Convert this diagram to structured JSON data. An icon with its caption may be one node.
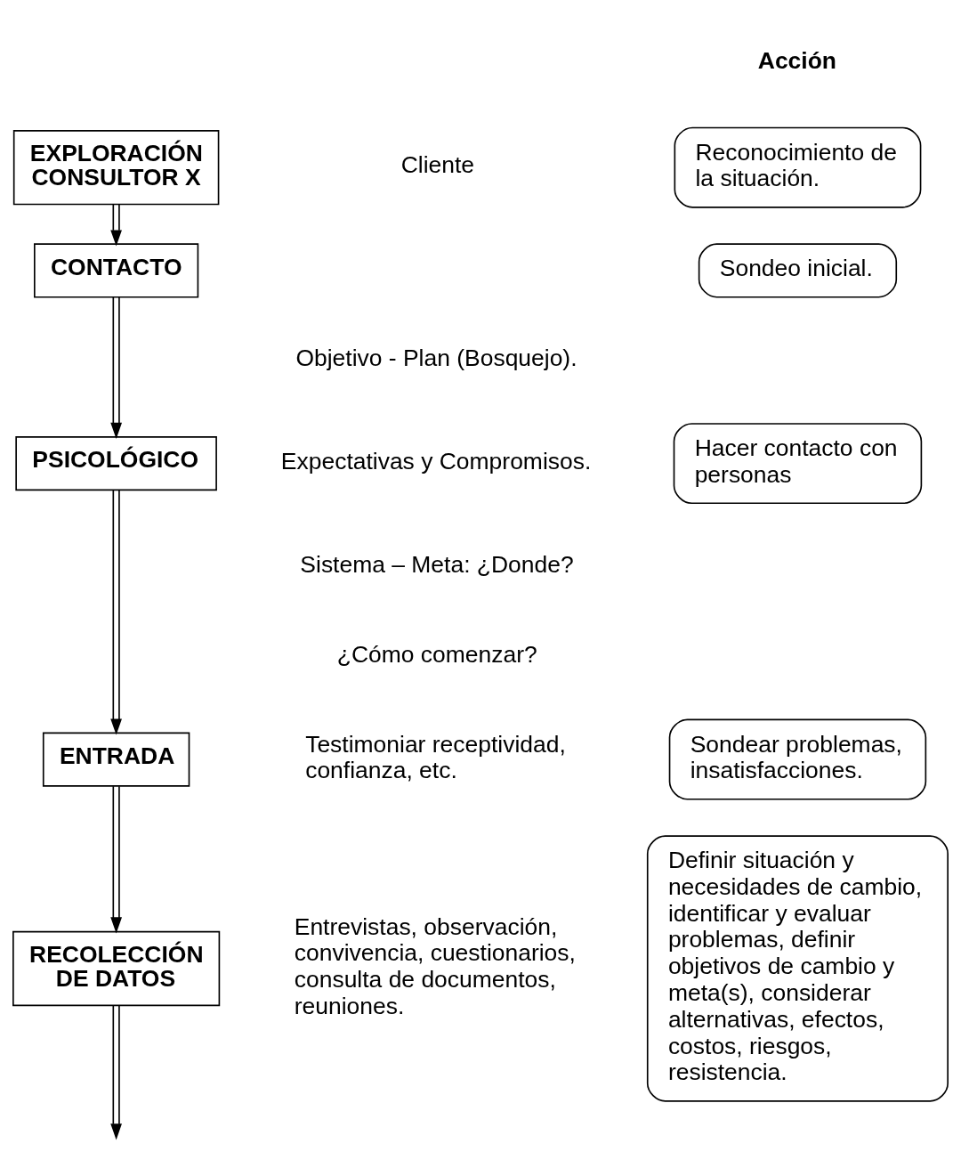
{
  "diagram": {
    "nodes": [
      {
        "text": [
          "EXPLORACIÓN CONSULTOR X"
        ]
      },
      {
        "text": [
          "Reconocimiento de la situación."
        ]
      },
      {
        "text": [
          "CONTACTO"
        ]
      },
      {
        "text": [
          "Sondeo inicial."
        ]
      },
      {
        "text": [
          "PSICOLÓGICO"
        ]
      },
      {
        "text": [
          "Hacer contacto con personas"
        ]
      },
      {
        "text": [
          "ENTRADA"
        ]
      },
      {
        "text": [
          "Sondear problemas, insatisfacciones."
        ]
      },
      {
        "text": [
          "RECOLECCIÓN DE DATOS"
        ]
      },
      {
        "text": [
          "Definir situación y necesidades de cambio, identificar y evaluar problemas, definir objetivos de cambio y meta(s), considerar alternativas, efectos, costos, riesgos, resistencia."
        ]
      }
    ],
    "edges": [
      {
        "from": 0,
        "to": 2,
        "arrow": "to"
      },
      {
        "from": 2,
        "to": 4,
        "arrow": "to"
      },
      {
        "from": 4,
        "to": 6,
        "arrow": "to"
      },
      {
        "from": 6,
        "to": 8,
        "arrow": "to"
      },
      {
        "from": 8,
        "to": null,
        "arrow": "to"
      }
    ],
    "labels": [
      "Acción",
      "Cliente",
      "Objetivo - Plan (Bosquejo).",
      "Expectativas y Compromisos.",
      "Sistema – Meta: ¿Donde?",
      "¿Cómo comenzar?",
      "Testimoniar receptividad, confianza, etc.",
      "Entrevistas, observación, convivencia, cuestionarios, consulta de documentos, reuniones."
    ]
  }
}
